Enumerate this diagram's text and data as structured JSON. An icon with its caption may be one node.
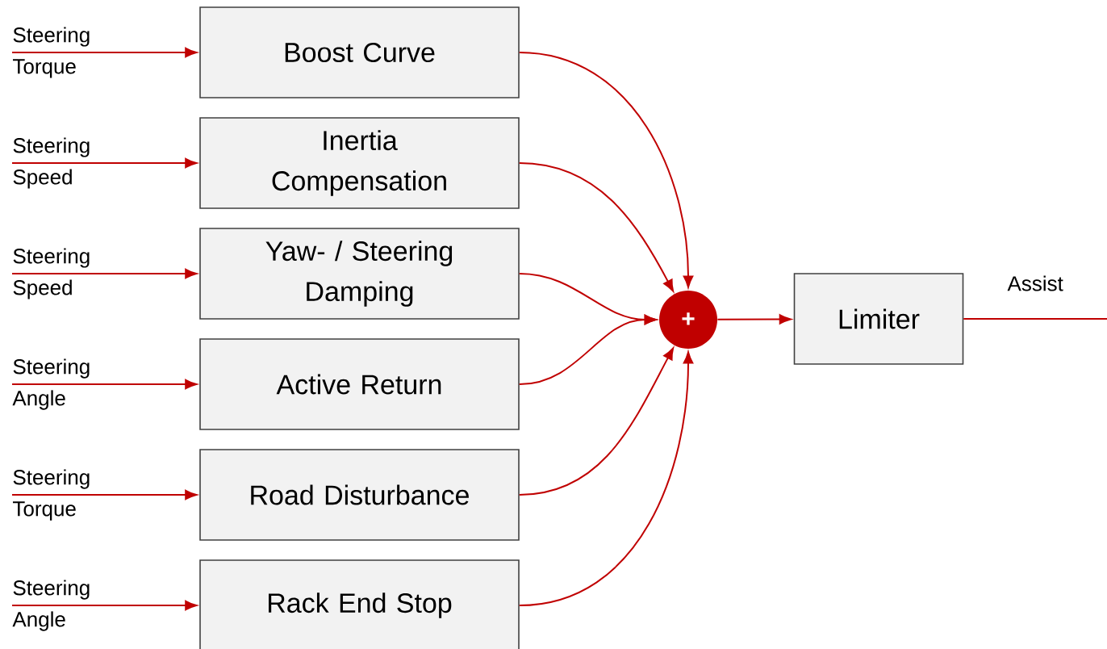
{
  "diagram": {
    "nodes": [
      {
        "text": [
          "Steering Torque"
        ]
      },
      {
        "text": [
          "Boost Curve"
        ]
      },
      {
        "text": [
          "Steering Speed"
        ]
      },
      {
        "text": [
          "Inertia Compensation"
        ]
      },
      {
        "text": [
          "Steering Speed"
        ]
      },
      {
        "text": [
          "Yaw- / Steering Damping"
        ]
      },
      {
        "text": [
          "Steering Angle"
        ]
      },
      {
        "text": [
          "Active Return"
        ]
      },
      {
        "text": [
          "Steering Torque"
        ]
      },
      {
        "text": [
          "Road Disturbance"
        ]
      },
      {
        "text": [
          "Steering Angle"
        ]
      },
      {
        "text": [
          "Rack End Stop"
        ]
      },
      {
        "text": [
          "+"
        ]
      },
      {
        "text": [
          "Limiter"
        ]
      }
    ],
    "edges": [
      {
        "from": 0,
        "to": 1,
        "arrow": "to"
      },
      {
        "from": 2,
        "to": 3,
        "arrow": "to"
      },
      {
        "from": 4,
        "to": 5,
        "arrow": "to"
      },
      {
        "from": 6,
        "to": 7,
        "arrow": "to"
      },
      {
        "from": 8,
        "to": 9,
        "arrow": "to"
      },
      {
        "from": 10,
        "to": 11,
        "arrow": "to"
      },
      {
        "from": 1,
        "to": 12,
        "arrow": "to"
      },
      {
        "from": 3,
        "to": 12,
        "arrow": "to"
      },
      {
        "from": 5,
        "to": 12,
        "arrow": "to"
      },
      {
        "from": 7,
        "to": 12,
        "arrow": "to"
      },
      {
        "from": 9,
        "to": 12,
        "arrow": "to"
      },
      {
        "from": 11,
        "to": 12,
        "arrow": "to"
      },
      {
        "from": 12,
        "to": 13,
        "arrow": "to"
      },
      {
        "from": 13,
        "to": null,
        "arrow": "none",
        "label": "Assist"
      }
    ]
  }
}
